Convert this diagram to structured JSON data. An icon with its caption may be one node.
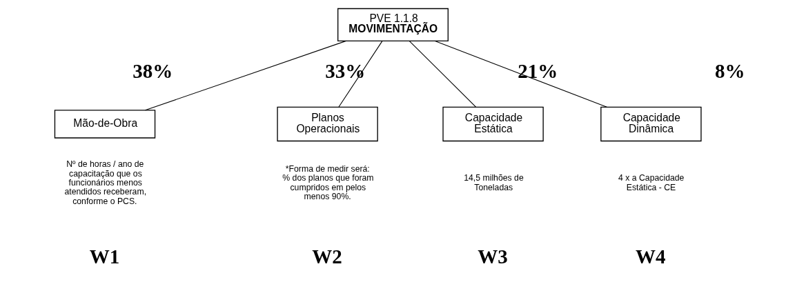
{
  "diagram": {
    "nodes": [
      {
        "text": [
          "PVE 1.1.8",
          "MOVIMENTAÇÃO"
        ]
      },
      {
        "text": [
          "Mão-de-Obra"
        ],
        "beside": [
          "38%",
          "Nº de horas / ano de capacitação que os funcionários menos atendidos receberam, conforme o PCS.",
          "W1"
        ]
      },
      {
        "text": [
          "Planos Operacionais"
        ],
        "beside": [
          "33%",
          "*Forma de medir será: % dos planos que foram cumpridos em pelos menos 90%.",
          "W2"
        ]
      },
      {
        "text": [
          "Capacidade Estática"
        ],
        "beside": [
          "21%",
          "14,5 milhões de Toneladas",
          "W3"
        ]
      },
      {
        "text": [
          "Capacidade Dinâmica"
        ],
        "beside": [
          "8%",
          "4 x a Capacidade Estática - CE",
          "W4"
        ]
      }
    ],
    "edges": [
      {
        "from": 0,
        "to": 1,
        "arrow": "none"
      },
      {
        "from": 0,
        "to": 2,
        "arrow": "none"
      },
      {
        "from": 0,
        "to": 3,
        "arrow": "none"
      },
      {
        "from": 0,
        "to": 4,
        "arrow": "none"
      }
    ]
  }
}
